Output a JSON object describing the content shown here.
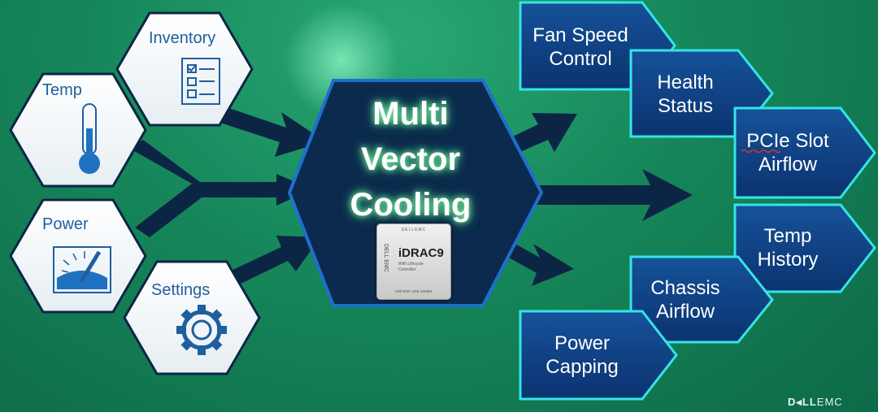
{
  "title": {
    "line1": "Multi",
    "line2": "Vector",
    "line3": "Cooling"
  },
  "inputs": [
    {
      "label": "Inventory",
      "icon": "checklist-icon"
    },
    {
      "label": "Temp",
      "icon": "thermometer-icon"
    },
    {
      "label": "Power",
      "icon": "power-meter-icon"
    },
    {
      "label": "Settings",
      "icon": "gear-icon"
    }
  ],
  "outputs": [
    {
      "line1": "Fan Speed",
      "line2": "Control"
    },
    {
      "line1": "Health",
      "line2": "Status"
    },
    {
      "line1": "PCIe Slot",
      "line2": "Airflow"
    },
    {
      "line1": "Temp",
      "line2": "History"
    },
    {
      "line1": "Chassis",
      "line2": "Airflow"
    },
    {
      "line1": "Power",
      "line2": "Capping"
    }
  ],
  "chip": {
    "brand": "DELLEMC",
    "logo": "DELL EMC",
    "name": "iDRAC9",
    "sub1": "With Lifecycle",
    "sub2": "Controller",
    "part": "Dell EMC SSB 16MBS"
  },
  "logo": {
    "part1": "D◂LL",
    "part2": "EMC"
  },
  "colors": {
    "background": "#16865a",
    "arrow": "#0c2545",
    "hex_fill": "#ffffff",
    "hex_text": "#1f5f9e",
    "box_fill": "#0e3f82",
    "box_border": "#33e5e8",
    "title_glow": "#8fffb0"
  }
}
